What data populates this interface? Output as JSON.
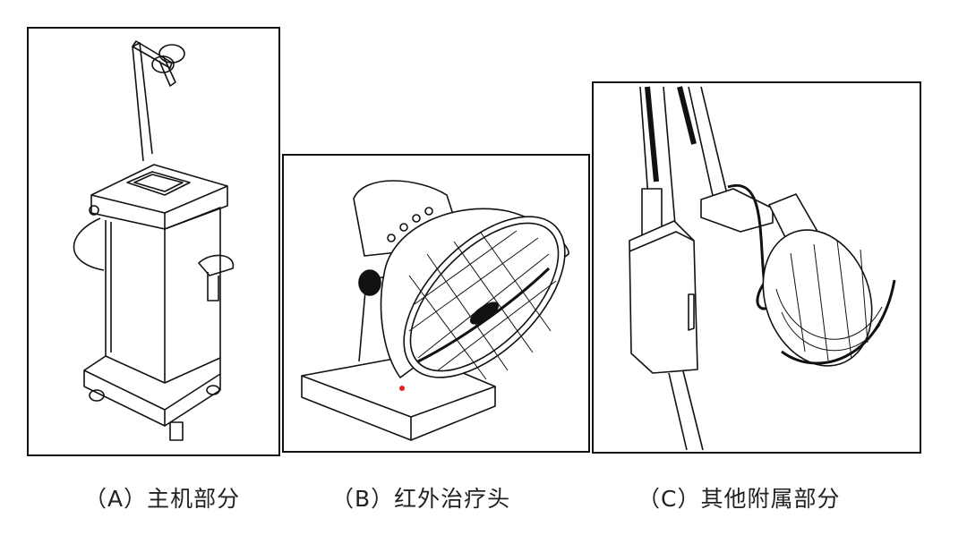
{
  "figure": {
    "panels": [
      {
        "id": "A",
        "caption": "（A）主机部分",
        "icon": "therapy-cart-icon"
      },
      {
        "id": "B",
        "caption": "（B）红外治疗头",
        "icon": "infrared-lamp-head-icon"
      },
      {
        "id": "C",
        "caption": "（C）其他附属部分",
        "icon": "lamp-arm-accessory-icon"
      }
    ]
  },
  "colors": {
    "stroke": "#111111",
    "indicator": "#e02020",
    "ring": "#7a3a10"
  }
}
